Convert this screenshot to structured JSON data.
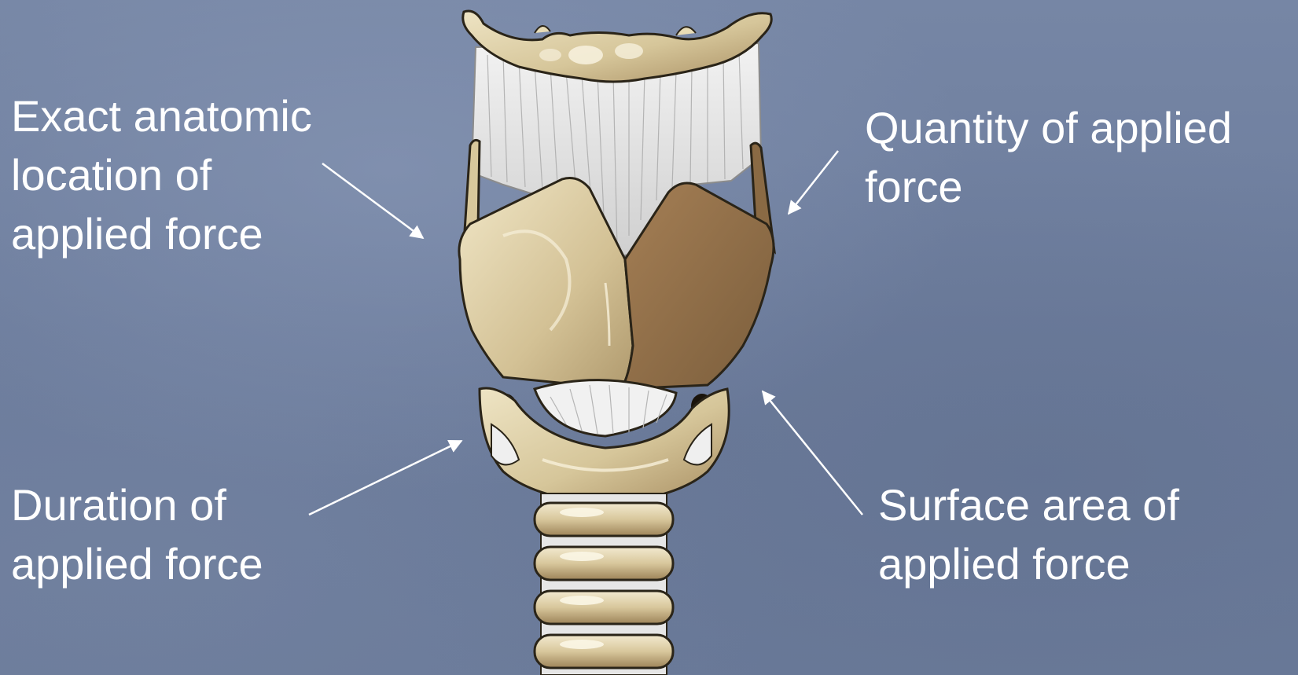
{
  "slide": {
    "background_color": "#6f7f9f",
    "text_color": "#ffffff",
    "illustration": "larynx-anatomy (hyoid bone, thyrohyoid membrane, thyroid cartilage, cricoid cartilage, tracheal rings)"
  },
  "labels": {
    "location": [
      "Exact anatomic",
      "location of",
      "applied force"
    ],
    "quantity": [
      "Quantity of applied",
      "force"
    ],
    "duration": [
      "Duration of",
      "applied force"
    ],
    "surface": [
      "Surface area of",
      "applied force"
    ]
  }
}
